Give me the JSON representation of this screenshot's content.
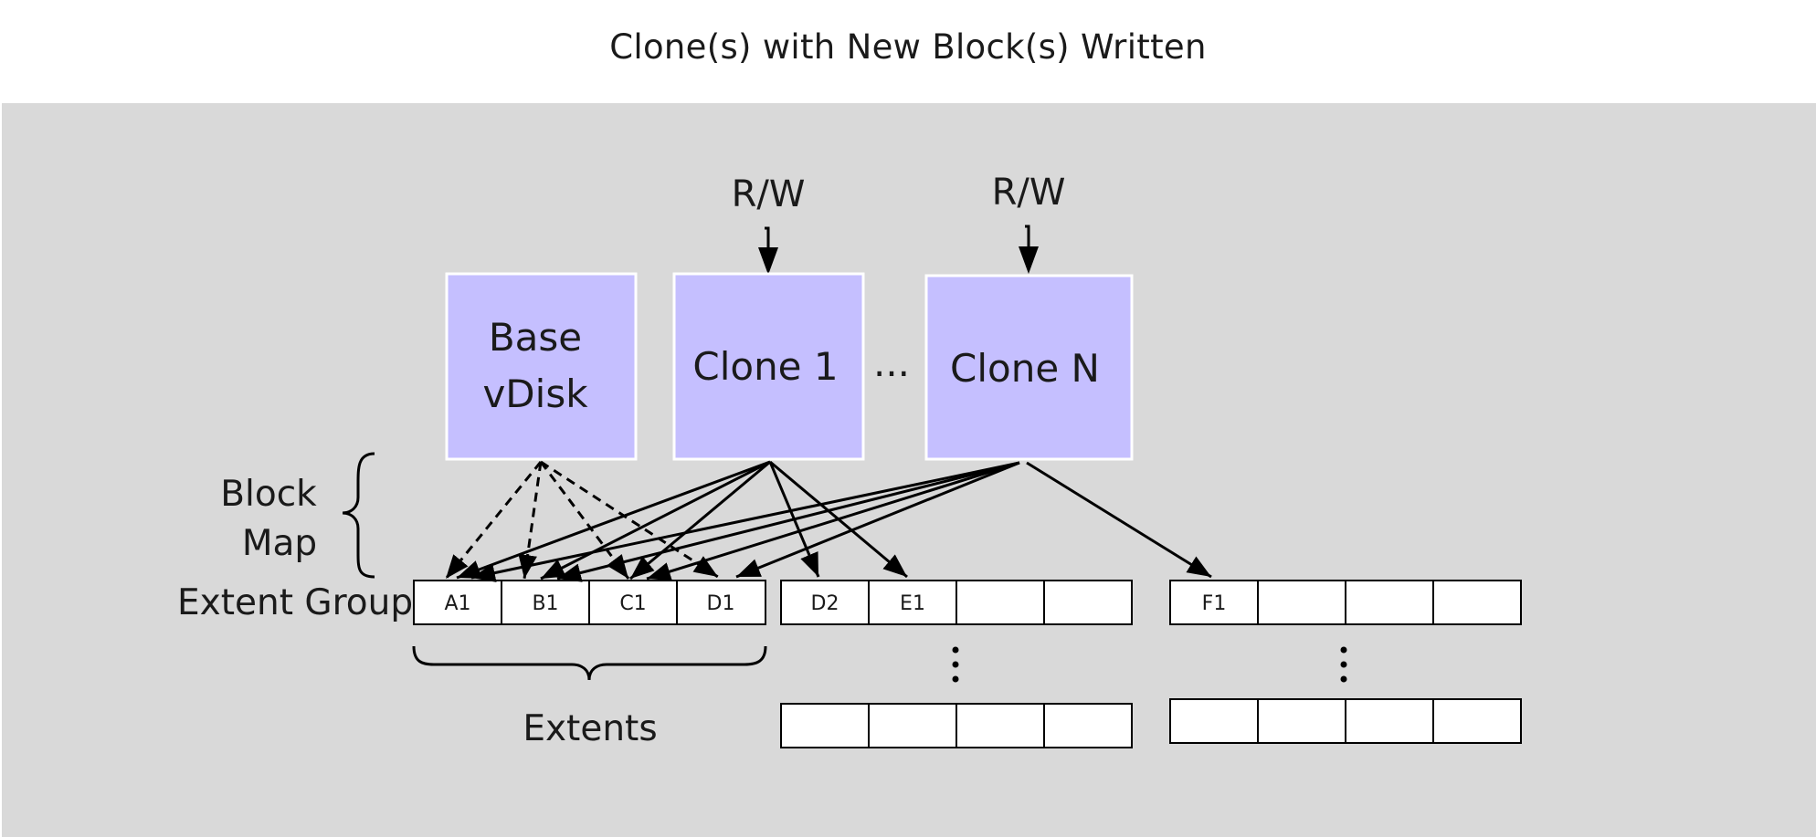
{
  "title": "Clone(s) with New Block(s) Written",
  "colors": {
    "panel": "#d9d9d9",
    "vdisk_fill": "#c5bfff",
    "line": "#000000"
  },
  "vdisks": {
    "base": {
      "line1": "Base",
      "line2": "vDisk"
    },
    "clone1": {
      "label": "Clone 1",
      "io": "R/W"
    },
    "ellipsis": "...",
    "cloneN": {
      "label": "Clone N",
      "io": "R/W"
    }
  },
  "labels": {
    "block_map_line1": "Block",
    "block_map_line2": "Map",
    "extent_group": "Extent Group",
    "extents": "Extents"
  },
  "extent_groups": {
    "group1": [
      "A1",
      "B1",
      "C1",
      "D1"
    ],
    "group2": [
      "D2",
      "E1",
      "",
      ""
    ],
    "group3": [
      "F1",
      "",
      "",
      ""
    ],
    "group2_lower": [
      "",
      "",
      "",
      ""
    ],
    "group3_lower": [
      "",
      "",
      "",
      ""
    ]
  }
}
